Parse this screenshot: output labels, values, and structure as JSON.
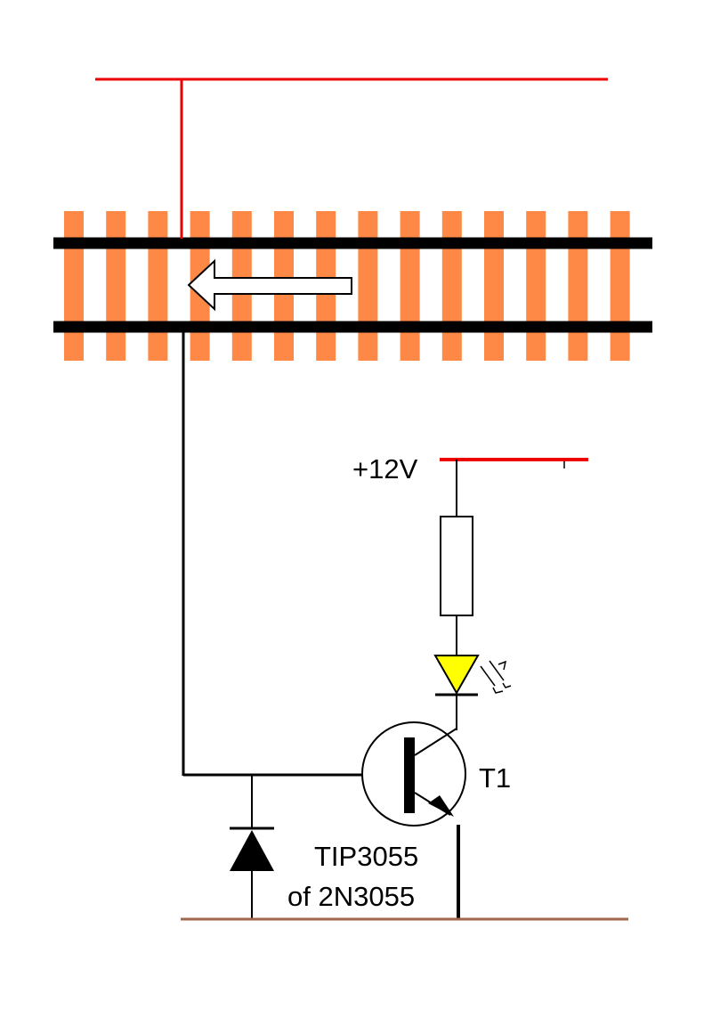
{
  "labels": {
    "supply": "+12V",
    "transistor_ref": "T1",
    "transistor_part_1": "TIP3055",
    "transistor_part_2": "of 2N3055"
  },
  "colors": {
    "sleeper": "#fe8946",
    "rail": "#000000",
    "wire_red": "#ee0000",
    "wire_black": "#000000",
    "ground_wire": "#a0674a",
    "led_fill": "#ffff00",
    "arrow_fill": "#ffffff"
  },
  "track": {
    "sleeper_count": 14,
    "arrow_direction": "left"
  }
}
